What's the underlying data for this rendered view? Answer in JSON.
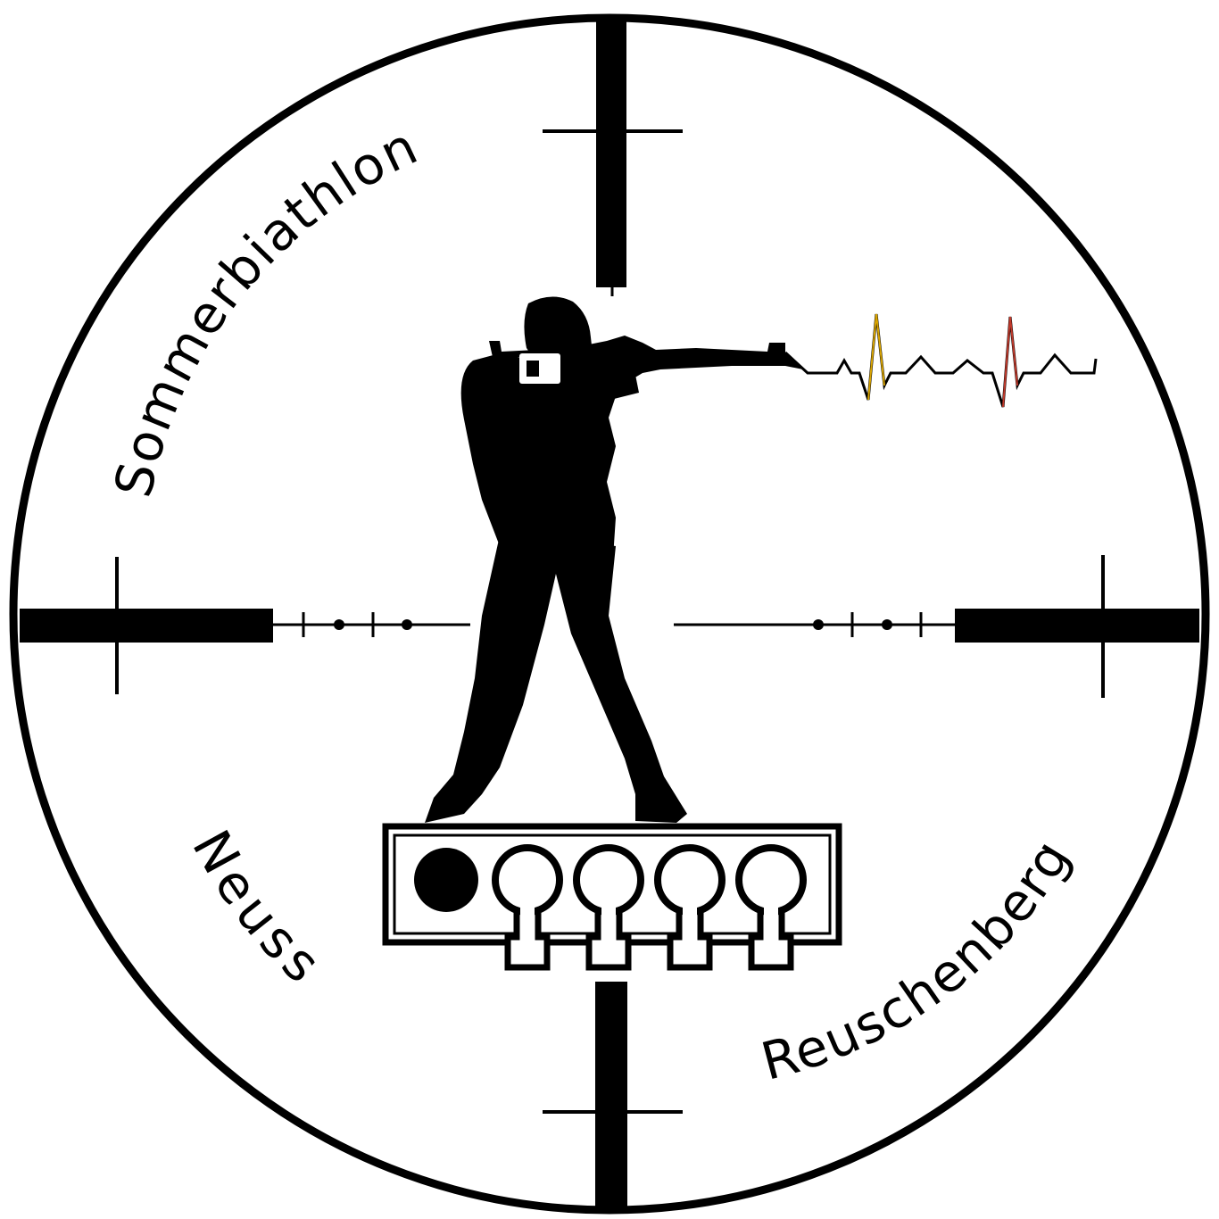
{
  "logo": {
    "text_top_left": "Sommerbiathlon",
    "text_bottom_left": "Neuss",
    "text_bottom_right": "Reuschenberg"
  },
  "targets": {
    "total": 5,
    "hit": 1
  },
  "colors": {
    "ink": "#000000",
    "background": "#ffffff",
    "heartbeat_accent": "#d9a400",
    "heartbeat_accent_2": "#c0392b"
  }
}
